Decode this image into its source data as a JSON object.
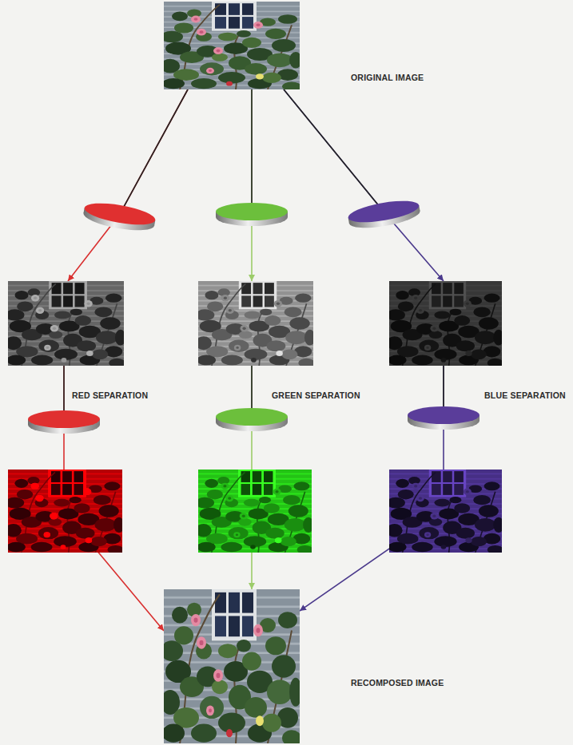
{
  "diagram": {
    "nodes": [
      {
        "text": [
          "ORIGINAL IMAGE"
        ]
      },
      {
        "text": [
          "RED SEPARATION"
        ]
      },
      {
        "text": [
          "GREEN SEPARATION"
        ]
      },
      {
        "text": [
          "BLUE SEPARATION"
        ]
      },
      {
        "text": [
          "RECOMPOSED IMAGE"
        ]
      }
    ],
    "edges": [
      {
        "from": 0,
        "to": 1,
        "arrow": "to"
      },
      {
        "from": 0,
        "to": 2,
        "arrow": "to"
      },
      {
        "from": 0,
        "to": 3,
        "arrow": "to"
      },
      {
        "from": 1,
        "to": 4,
        "arrow": "to"
      },
      {
        "from": 2,
        "to": 4,
        "arrow": "to"
      },
      {
        "from": 3,
        "to": 4,
        "arrow": "to"
      }
    ]
  }
}
